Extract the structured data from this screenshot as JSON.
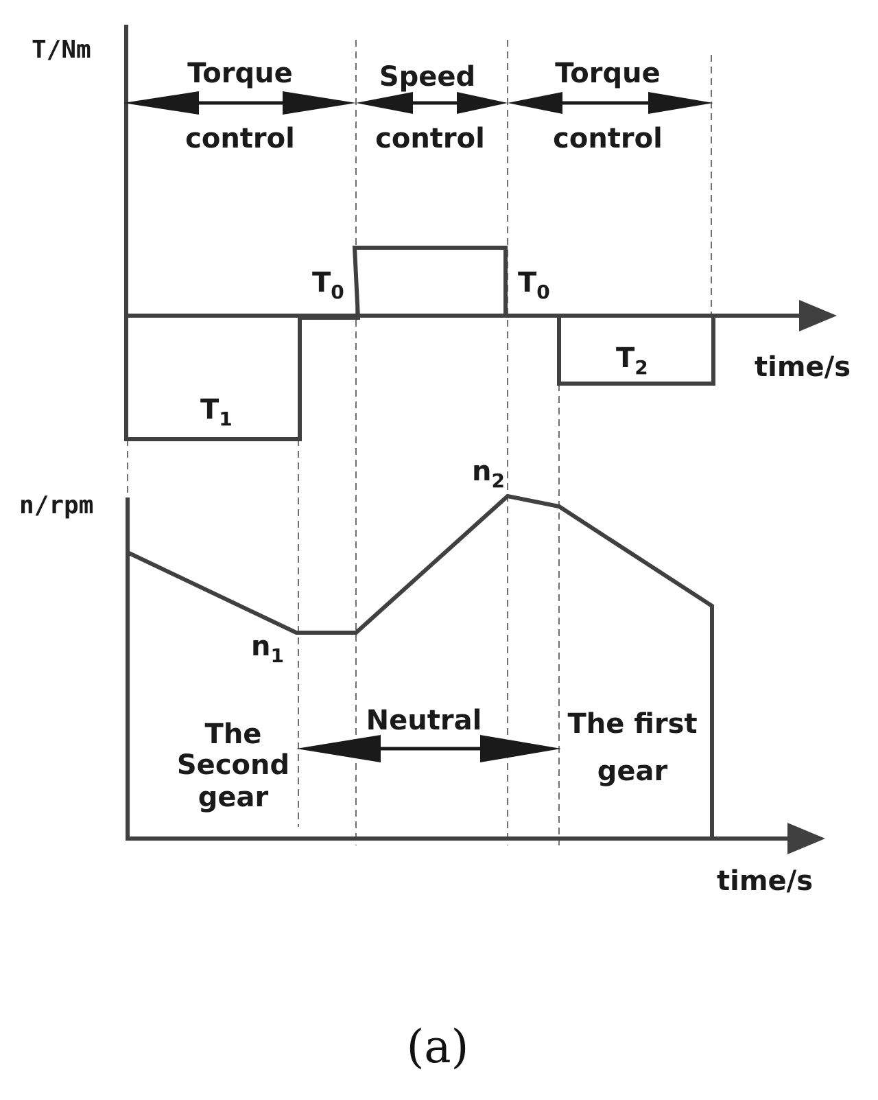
{
  "figure_label": "(a)",
  "torque_panel": {
    "y_axis_label": "T/Nm",
    "x_axis_label": "time/s",
    "phase_labels": [
      {
        "line1": "Torque",
        "line2": "control"
      },
      {
        "line1": "Speed",
        "line2": "control"
      },
      {
        "line1": "Torque",
        "line2": "control"
      }
    ],
    "levels": {
      "t1": {
        "base": "T",
        "sub": "1"
      },
      "t0_left": {
        "base": "T",
        "sub": "0"
      },
      "t0_right": {
        "base": "T",
        "sub": "0"
      },
      "t2": {
        "base": "T",
        "sub": "2"
      }
    }
  },
  "speed_panel": {
    "y_axis_label": "n/rpm",
    "x_axis_label": "time/s",
    "points": {
      "n1": {
        "base": "n",
        "sub": "1"
      },
      "n2": {
        "base": "n",
        "sub": "2"
      }
    },
    "gear_labels": {
      "second": [
        "The",
        "Second",
        "gear"
      ],
      "neutral": "Neutral",
      "first": [
        "The first",
        "gear"
      ]
    }
  },
  "colors": {
    "line": "#404040",
    "text": "#1a1a1a"
  }
}
